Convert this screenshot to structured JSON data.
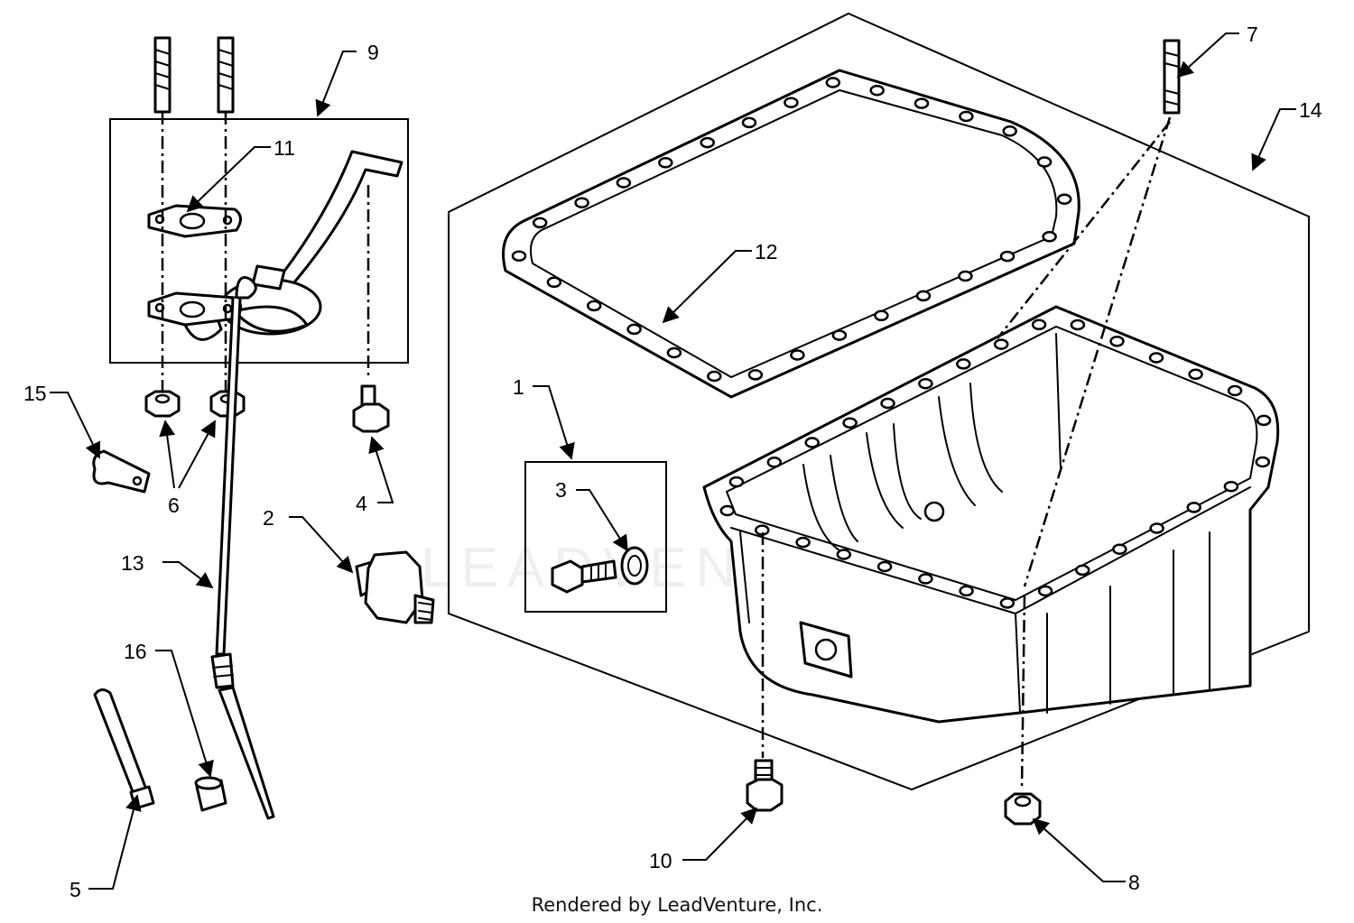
{
  "watermark": "LEADVENTURE",
  "footer": "Rendered by LeadVenture, Inc.",
  "callouts": {
    "c1": "1",
    "c2": "2",
    "c3": "3",
    "c4": "4",
    "c5": "5",
    "c6": "6",
    "c7": "7",
    "c8": "8",
    "c9": "9",
    "c10": "10",
    "c11": "11",
    "c12": "12",
    "c13": "13",
    "c14": "14",
    "c15": "15",
    "c16": "16"
  },
  "colors": {
    "line": "#000000",
    "background": "#ffffff"
  }
}
